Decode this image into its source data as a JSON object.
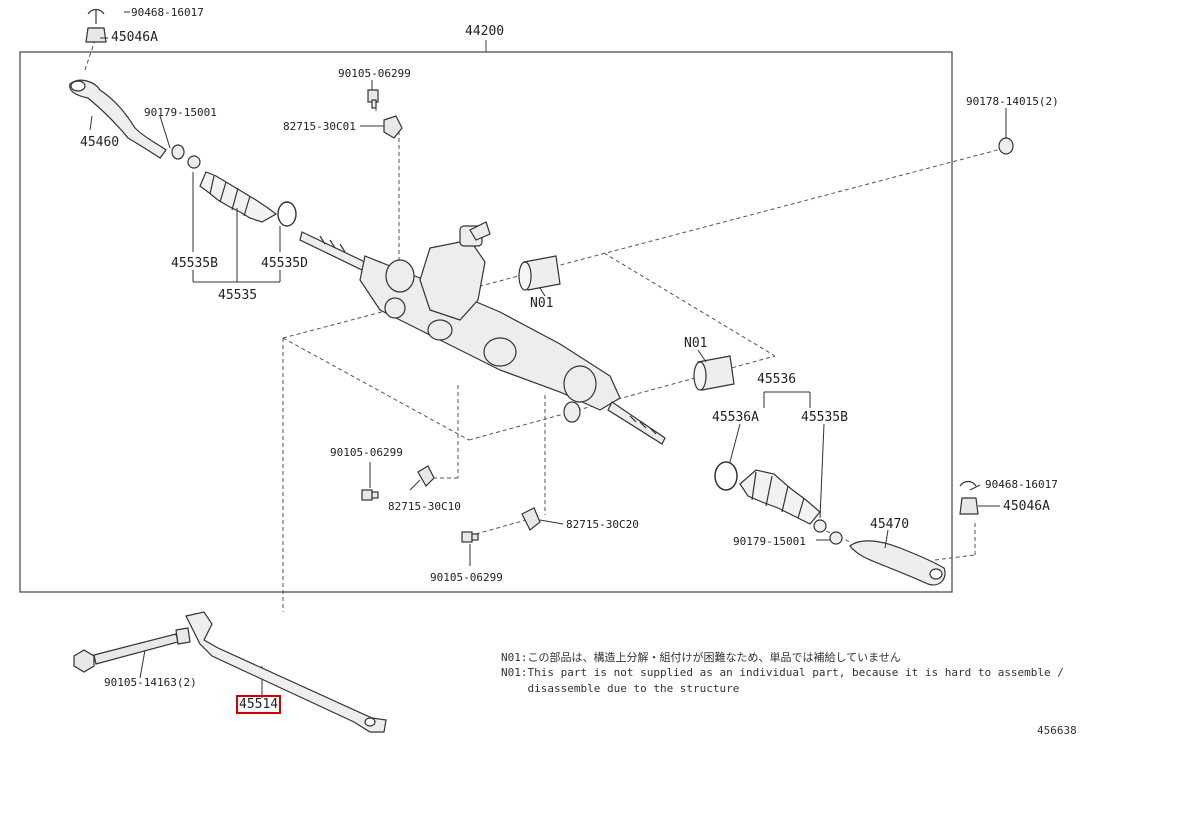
{
  "assembly_label": "44200",
  "parts": {
    "p_90468_top": "90468-16017",
    "p_45046a_top": "45046A",
    "p_90105_top": "90105-06299",
    "p_82715_c01": "82715-30C01",
    "p_90179_left": "90179-15001",
    "p_45460": "45460",
    "p_45535b_left": "45535B",
    "p_45535d": "45535D",
    "p_45535": "45535",
    "p_90178": "90178-14015(2)",
    "p_n01_a": "N01",
    "p_n01_b": "N01",
    "p_45536": "45536",
    "p_45536a": "45536A",
    "p_45535b_right": "45535B",
    "p_90105_mid": "90105-06299",
    "p_82715_c10": "82715-30C10",
    "p_82715_c20": "82715-30C20",
    "p_90105_bot": "90105-06299",
    "p_90179_right": "90179-15001",
    "p_45470": "45470",
    "p_90468_right": "90468-16017",
    "p_45046a_right": "45046A",
    "p_90105_14163": "90105-14163(2)",
    "p_45514": "45514"
  },
  "notes": {
    "line1": "N01:この部品は、構造上分解・組付けが困難なため、単品では補給していません",
    "line2": "N01:This part is not supplied as an individual part, because it is hard to assemble /",
    "line3": "    disassemble due to the structure"
  },
  "figure_number": "456638",
  "highlight_color": "#d40000"
}
